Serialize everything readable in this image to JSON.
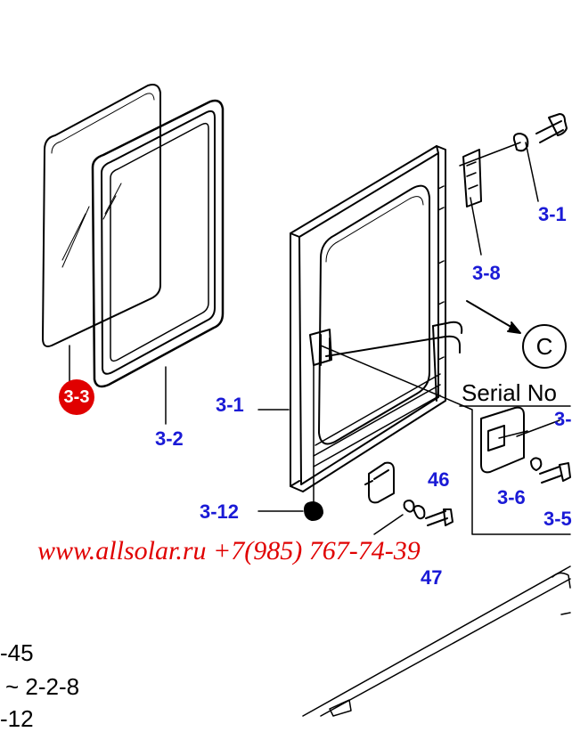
{
  "callouts": {
    "p3_3": "3-3",
    "p3_2": "3-2",
    "p3_1": "3-1",
    "p3_12": "3-12",
    "p3_8": "3-8",
    "p3_1x": "3-1",
    "p46": "46",
    "p47": "47",
    "p3_6": "3-6",
    "p3_5": "3-5",
    "p3_4": "3-"
  },
  "serial_label": "Serial No",
  "view_ref": "C",
  "watermark": "www.allsolar.ru +7(985) 767-74-39",
  "side_refs": {
    "r1": "-45",
    "r2": "~ 2-2-8",
    "r3": "-12"
  },
  "colors": {
    "callout_blue": "#1a1ad6",
    "highlight_red": "#e00000",
    "line": "#000000"
  }
}
